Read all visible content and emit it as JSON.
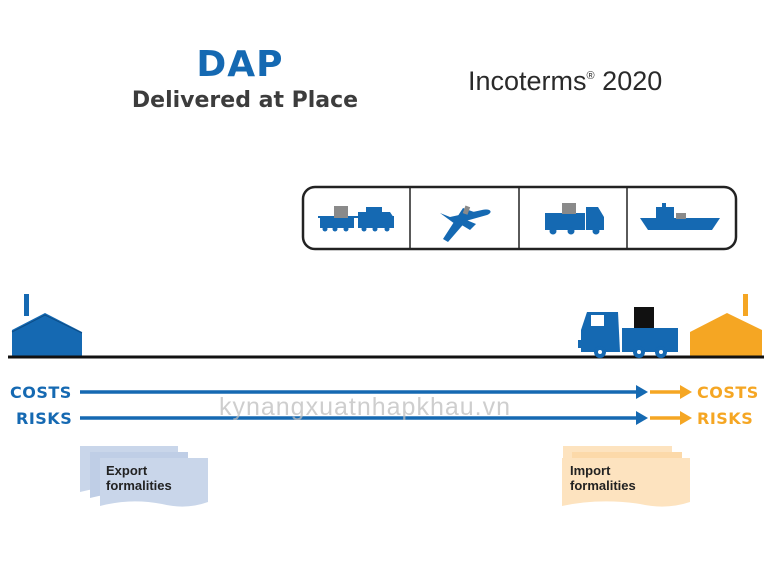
{
  "header": {
    "title": "DAP",
    "subtitle": "Delivered at Place",
    "brand_text": "Incoterms",
    "brand_reg": "®",
    "brand_year": "2020"
  },
  "transport_modes": [
    {
      "icon": "train-icon"
    },
    {
      "icon": "airplane-icon"
    },
    {
      "icon": "truck-icon"
    },
    {
      "icon": "ship-icon"
    }
  ],
  "lines": {
    "costs_left": "COSTS",
    "risks_left": "RISKS",
    "costs_right": "COSTS",
    "risks_right": "RISKS"
  },
  "documents": {
    "export": {
      "line1": "Export",
      "line2": "formalities"
    },
    "import": {
      "line1": "Import",
      "line2": "formalities"
    }
  },
  "watermark": "kynangxuatnhapkhau.vn",
  "colors": {
    "seller": "#1569b2",
    "buyer": "#f5a623",
    "title": "#1569b2",
    "subtitle": "#3c3c3c",
    "line": "#111111",
    "export_doc": "#c9d6ea",
    "import_doc": "#fde3bf"
  }
}
